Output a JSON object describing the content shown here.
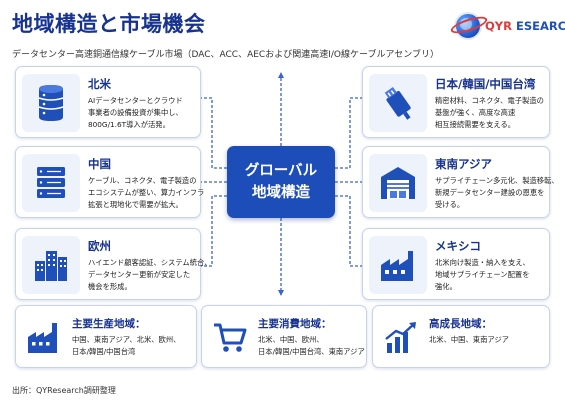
{
  "header": {
    "title": "地域構造と市場機会",
    "subtitle": "データセンター高速銅通信線ケーブル市場（DAC、ACC、AECおよび関連高速I/O線ケーブルアセンブリ）"
  },
  "logo": {
    "prefix": "QYR",
    "suffix": "ESEARCH"
  },
  "center": {
    "line1": "グローバル",
    "line2": "地域構造"
  },
  "regions": {
    "north_america": {
      "title": "北米",
      "icon": "server-icon",
      "lines": [
        "AIデータセンターとクラウド",
        "事業者の設備投資が集中し、",
        "800G/1.6T導入が活発。"
      ]
    },
    "china": {
      "title": "中国",
      "icon": "server-rack-icon",
      "lines": [
        "ケーブル、コネクタ、電子製造の",
        "エコシステムが整い、算力インフラ",
        "拡張と現地化で需要が拡大。"
      ]
    },
    "europe": {
      "title": "欧州",
      "icon": "city-buildings-icon",
      "lines": [
        "ハイエンド顧客認証、システム統合、",
        "データセンター更新が安定した",
        "機会を形成。"
      ]
    },
    "jkt": {
      "title": "日本/韓国/中国台湾",
      "icon": "cable-connector-icon",
      "lines": [
        "精密材料、コネクタ、電子製造の",
        "基盤が強く、高度な高速",
        "相互接続需要を支える。"
      ]
    },
    "sea": {
      "title": "東南アジア",
      "icon": "warehouse-icon",
      "lines": [
        "サプライチェーン多元化、製造移転、",
        "新規データセンター建設の恩恵を",
        "受ける。"
      ]
    },
    "mexico": {
      "title": "メキシコ",
      "icon": "factory-icon",
      "lines": [
        "北米向け製造・納入を支え、",
        "地域サプライチェーン配置を",
        "強化。"
      ]
    }
  },
  "bottom": {
    "production": {
      "title": "主要生産地域：",
      "icon": "factory-icon",
      "lines": [
        "中国、東南アジア、北米、欧州、",
        "日本/韓国/中国台湾"
      ]
    },
    "consumption": {
      "title": "主要消費地域：",
      "icon": "shopping-cart-icon",
      "lines": [
        "北米、中国、欧州、",
        "日本/韓国/中国台湾、東南アジア"
      ]
    },
    "growth": {
      "title": "高成長地域：",
      "icon": "growth-chart-icon",
      "lines": [
        "北米、中国、東南アジア"
      ]
    }
  },
  "footer": {
    "source": "出所：QYResearch調研整理"
  },
  "colors": {
    "primary": "#1d4db8",
    "title": "#17338f",
    "accent_red": "#e2393b",
    "icon_blue": "#1f4fb8"
  }
}
